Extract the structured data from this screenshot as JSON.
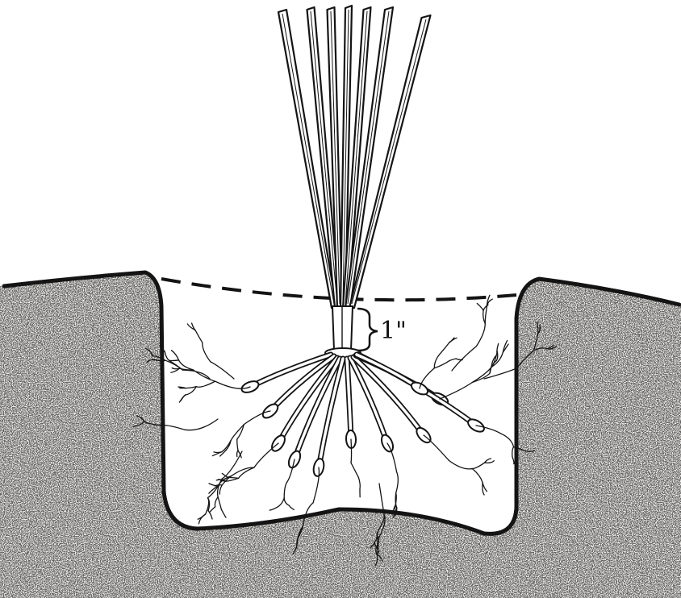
{
  "diagram": {
    "depth_label": "1\"",
    "colors": {
      "ink": "#141414",
      "soil_fill": "#f4f2ee",
      "soil_speckle": "#2a2a2a",
      "hole_fill": "#ffffff",
      "paper": "#ffffff"
    },
    "elements": [
      "soil",
      "planting-hole",
      "ground-line",
      "grass-leaves",
      "crown",
      "roots",
      "depth-bracket"
    ]
  }
}
